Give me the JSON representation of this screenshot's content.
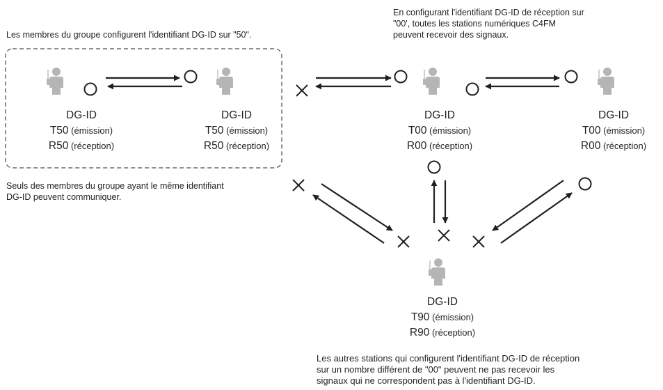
{
  "notes": {
    "group": "Les membres du groupe configurent l'identifiant DG-ID sur \"50\".",
    "receive_all": [
      "En configurant l'identifiant DG-ID de réception sur",
      "\"00', toutes les stations numériques C4FM",
      "peuvent recevoir des signaux."
    ],
    "same_id": [
      "Seuls des membres du groupe ayant le même identifiant",
      "DG-ID peuvent communiquer."
    ],
    "others": [
      "Les autres stations qui configurent l'identifiant DG-ID de réception",
      "sur un nombre différent de \"00\" peuvent ne pas recevoir les",
      "signaux qui ne correspondent pas à l'identifiant DG-ID."
    ]
  },
  "stations": [
    {
      "title": "DG-ID",
      "t_code": "T50",
      "t_suffix": " (émission)",
      "r_code": "R50",
      "r_suffix": " (réception)"
    },
    {
      "title": "DG-ID",
      "t_code": "T50",
      "t_suffix": " (émission)",
      "r_code": "R50",
      "r_suffix": " (réception)"
    },
    {
      "title": "DG-ID",
      "t_code": "T00",
      "t_suffix": " (émission)",
      "r_code": "R00",
      "r_suffix": " (réception)"
    },
    {
      "title": "DG-ID",
      "t_code": "T00",
      "t_suffix": " (émission)",
      "r_code": "R00",
      "r_suffix": " (réception)"
    },
    {
      "title": "DG-ID",
      "t_code": "T90",
      "t_suffix": " (émission)",
      "r_code": "R90",
      "r_suffix": " (réception)"
    }
  ],
  "icons": {
    "station": "person-with-radio-icon",
    "ok": "circle-ok-icon",
    "blocked": "cross-blocked-icon"
  },
  "colors": {
    "person": "#b5b5b5",
    "line": "#231f20"
  }
}
